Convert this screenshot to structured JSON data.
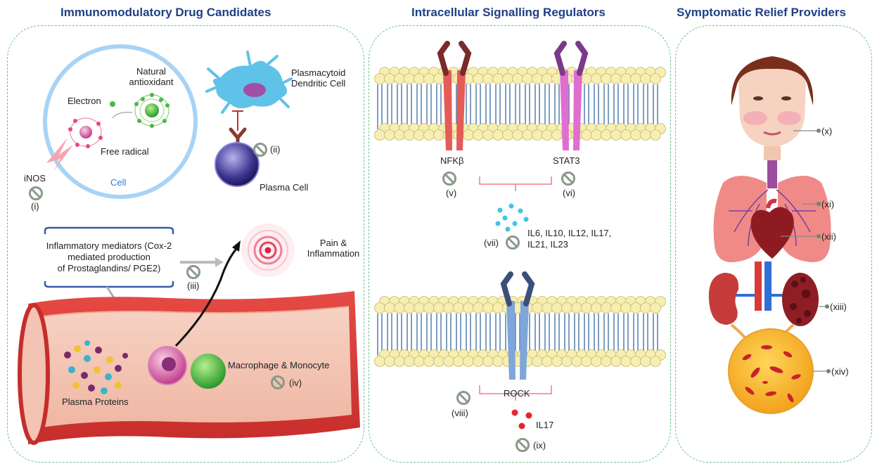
{
  "panels": {
    "immuno": {
      "title": "Immunomodulatory Drug Candidates"
    },
    "intracellular": {
      "title": "Intracellular Signalling Regulators"
    },
    "symptomatic": {
      "title": "Symptomatic Relief Providers"
    }
  },
  "immuno": {
    "natural_antioxidant": "Natural\nantioxidant",
    "electron": "Electron",
    "free_radical": "Free radical",
    "cell": "Cell",
    "inos": "iNOS",
    "marker_i": "(i)",
    "pdc": "Plasmacytoid\nDendritic Cell",
    "marker_ii": "(ii)",
    "plasma_cell": "Plasma Cell",
    "mediators": "Inflammatory mediators (Cox-2\nmediated production\nof Prostaglandins/ PGE2)",
    "marker_iii": "(iii)",
    "pain": "Pain &\nInflammation",
    "macrophage": "Macrophage & Monocyte",
    "marker_iv": "(iv)",
    "plasma_proteins": "Plasma Proteins"
  },
  "intracellular": {
    "nfkb": "NFKβ",
    "marker_v": "(v)",
    "stat3": "STAT3",
    "marker_vi": "(vi)",
    "marker_vii": "(vii)",
    "interleukins": "IL6, IL10, IL12, IL17,\nIL21, IL23",
    "rock": "ROCK",
    "marker_viii": "(viii)",
    "il17": "IL17",
    "marker_ix": "(ix)"
  },
  "symptomatic": {
    "marker_x": "(x)",
    "marker_xi": "(xi)",
    "marker_xii": "(xii)",
    "marker_xiii": "(xiii)",
    "marker_xiv": "(xiv)"
  },
  "colors": {
    "title": "#1f3f86",
    "panel_border": "#6cc38a",
    "inhibitor": "#8a9a8a",
    "nfkb_receptor": "#e45c58",
    "stat3_receptor": "#e06ed2",
    "rock_receptor": "#7fa6d8",
    "cytokine_blue": "#3ec6de",
    "cytokine_red": "#e8232f"
  }
}
